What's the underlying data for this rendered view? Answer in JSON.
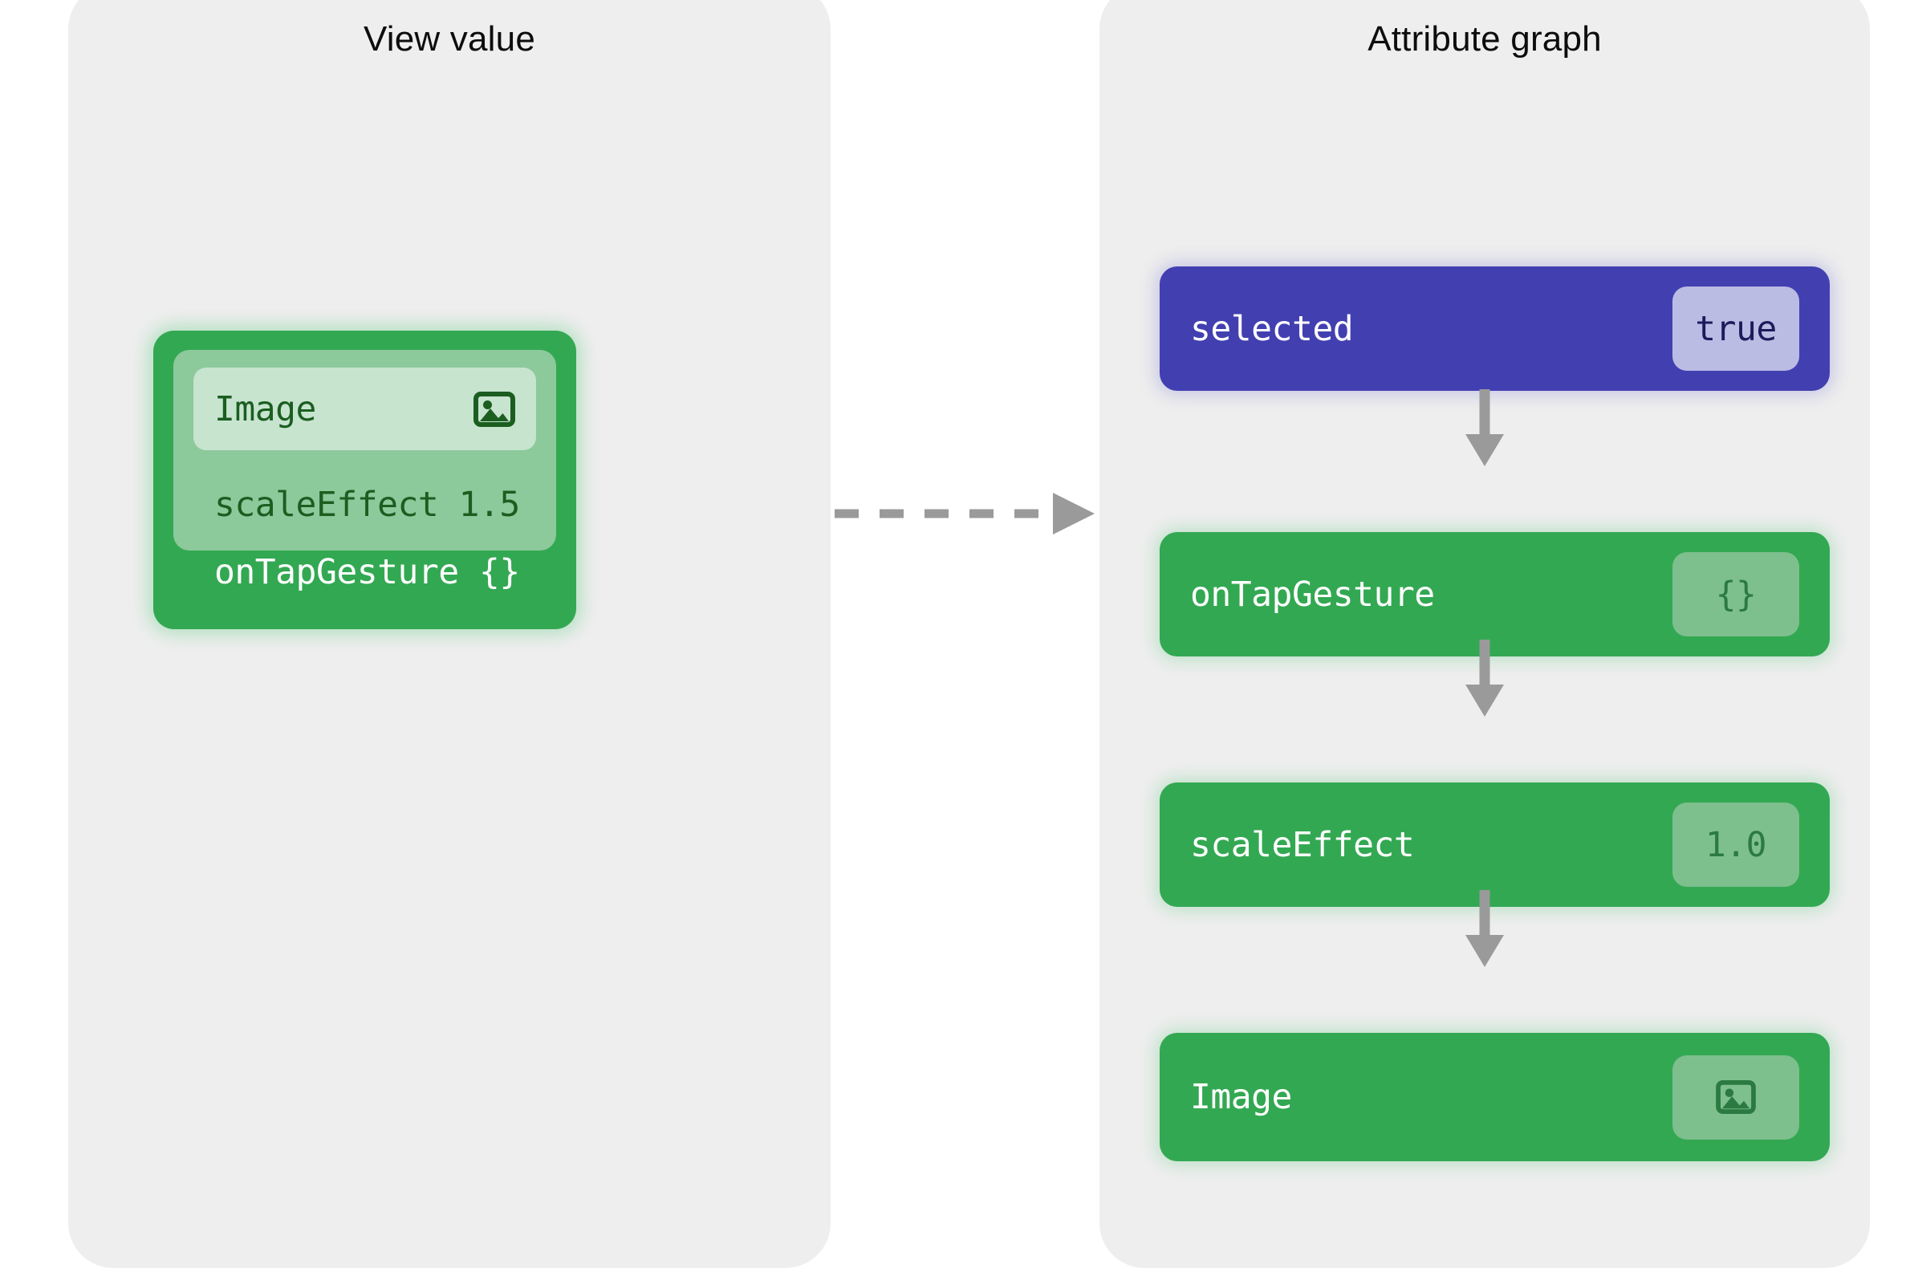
{
  "panels": {
    "left": {
      "title": "View value"
    },
    "right": {
      "title": "Attribute graph"
    }
  },
  "colors": {
    "page_background": "#ffffff",
    "panel_background": "#eeeeee",
    "green_node": "#33a852",
    "green_chip": "#7ebf8e",
    "green_mid_row": "#8cc99b",
    "green_light_row": "#c7e4cf",
    "green_text_dark": "#1b5e20",
    "indigo_node": "#4240b0",
    "indigo_chip": "#bbbce4",
    "indigo_chip_text": "#1b1b5c",
    "arrow_gray": "#9a9a9a",
    "title_text": "#0d0d0d"
  },
  "view_value": {
    "card_name": "view-value-card",
    "rows": [
      {
        "label": "Image",
        "value": "",
        "icon": "photo-icon",
        "level": 2
      },
      {
        "label": "scaleEffect",
        "value": "1.5",
        "icon": "",
        "level": 1
      },
      {
        "label": "onTapGesture",
        "value": "{}",
        "icon": "",
        "level": 0
      }
    ],
    "image_row_text": "Image",
    "scale_row_text": "scaleEffect 1.5",
    "tap_row_text": "onTapGesture {}"
  },
  "attribute_graph": {
    "nodes": [
      {
        "label": "selected",
        "chip": "true",
        "chip_kind": "text",
        "color": "indigo"
      },
      {
        "label": "onTapGesture",
        "chip": "{}",
        "chip_kind": "text",
        "color": "green"
      },
      {
        "label": "scaleEffect",
        "chip": "1.0",
        "chip_kind": "text",
        "color": "green"
      },
      {
        "label": "Image",
        "chip": "",
        "chip_kind": "photo-icon",
        "color": "green"
      }
    ]
  },
  "connector": {
    "style": "dashed-arrow",
    "direction": "left-to-right",
    "name": "view-value-to-attribute-graph-arrow"
  },
  "edges": [
    {
      "from": "selected",
      "to": "onTapGesture",
      "style": "solid-arrow-down"
    },
    {
      "from": "onTapGesture",
      "to": "scaleEffect",
      "style": "solid-arrow-down"
    },
    {
      "from": "scaleEffect",
      "to": "Image",
      "style": "solid-arrow-down"
    }
  ]
}
